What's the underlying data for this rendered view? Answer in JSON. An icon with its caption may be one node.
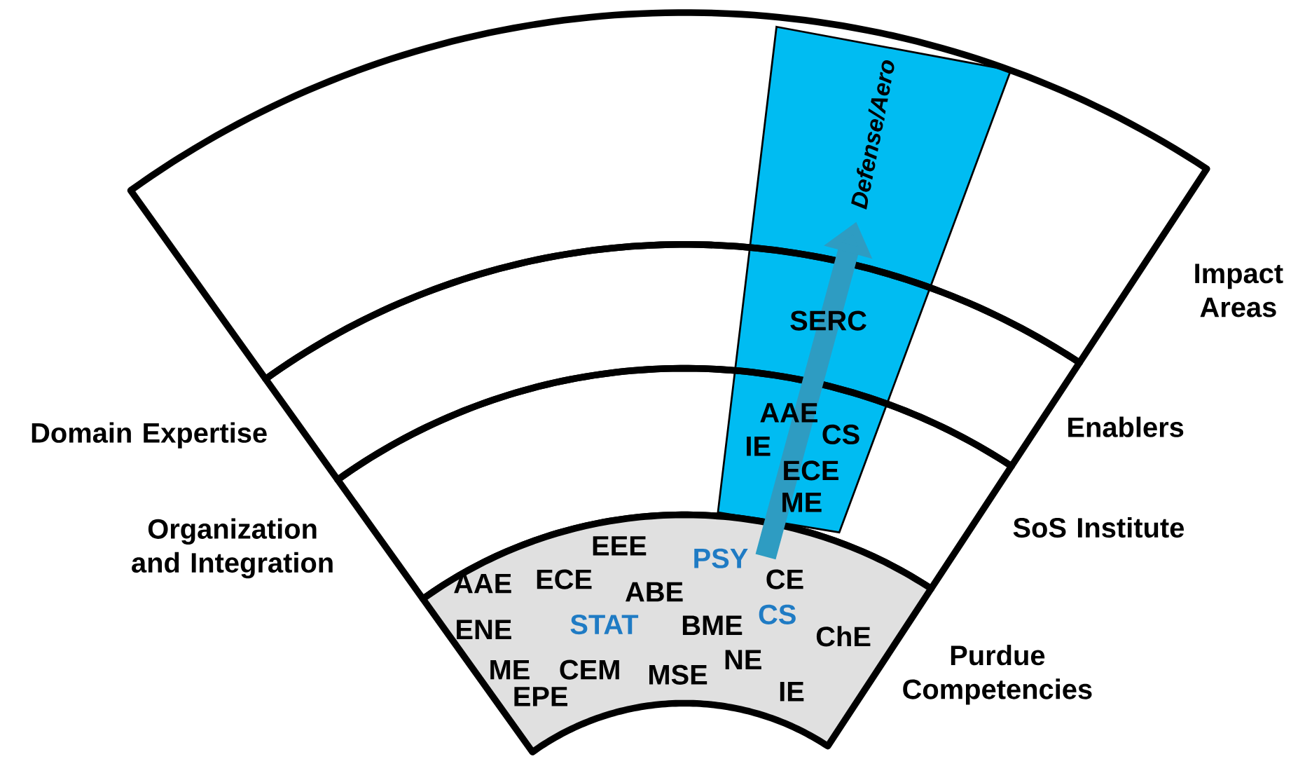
{
  "diagram": {
    "nodes": [
      {
        "text": [
          "Impact Areas"
        ]
      },
      {
        "text": [
          "Enablers"
        ]
      },
      {
        "text": [
          "SoS Institute"
        ]
      },
      {
        "text": [
          "Purdue Competencies",
          "EEE",
          "AAE",
          "ECE",
          "ABE",
          "PSY",
          "CE",
          "ENE",
          "STAT",
          "BME",
          "CS",
          "ChE",
          "ME",
          "CEM",
          "MSE",
          "NE",
          "EPE",
          "IE"
        ]
      },
      {
        "text": [
          "Defense/Aero",
          "SERC",
          "AAE",
          "CS",
          "IE",
          "ECE",
          "ME"
        ]
      }
    ],
    "edges": [
      {
        "from": 3,
        "to": 4,
        "arrow": "to"
      }
    ],
    "labels": [
      "Domain Expertise",
      "Organization and Integration"
    ]
  }
}
